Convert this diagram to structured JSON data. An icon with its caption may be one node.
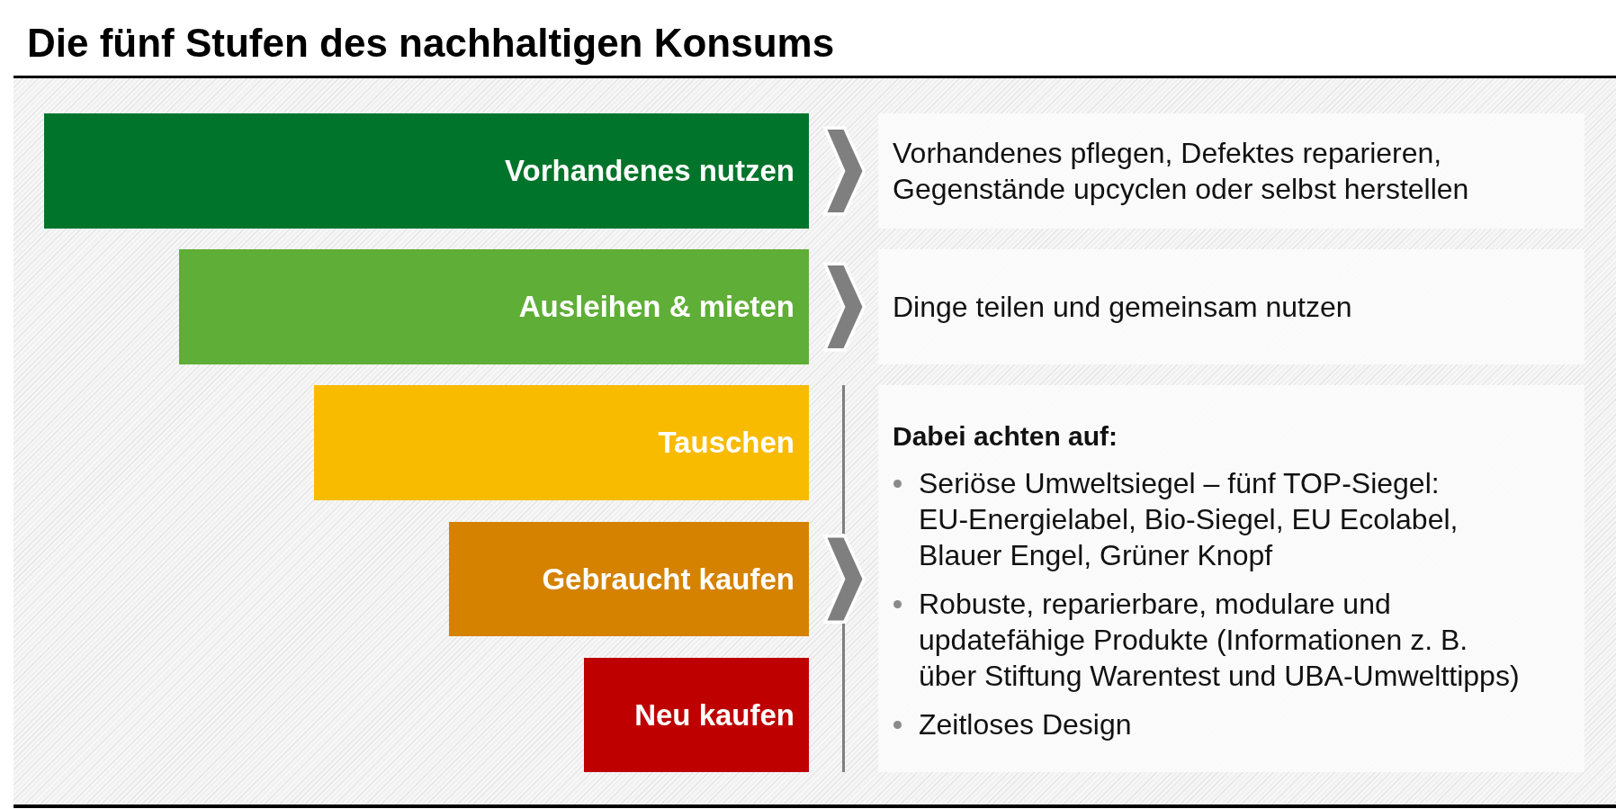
{
  "diagram": {
    "title": "Die fünf Stufen des nachhaltigen Konsums",
    "nodes": [
      {
        "text": [
          "Vorhandenes nutzen"
        ]
      },
      {
        "text": [
          "Ausleihen & mieten"
        ]
      },
      {
        "text": [
          "Tauschen"
        ]
      },
      {
        "text": [
          "Gebraucht kaufen"
        ]
      },
      {
        "text": [
          "Neu kaufen"
        ]
      },
      {
        "text": [
          "Vorhandenes pflegen, Defektes reparieren, Gegenstände upcyclen oder selbst herstellen"
        ]
      },
      {
        "text": [
          "Dinge teilen und gemeinsam nutzen"
        ]
      },
      {
        "text": [
          "Dabei achten auf:",
          "Seriöse Umweltsiegel – fünf TOP-Siegel: EU-Energielabel, Bio-Siegel, EU Ecolabel, Blauer Engel, Grüner Knopf",
          "Robuste, reparierbare, modulare und updatefähige Produkte (Informationen z. B. über Stiftung Warentest und UBA-Umwelttipps)",
          "Zeitloses Design"
        ]
      }
    ],
    "edges": [
      {
        "from": 0,
        "to": 5,
        "arrow": "to"
      },
      {
        "from": 1,
        "to": 6,
        "arrow": "to"
      },
      {
        "from": 3,
        "to": 7,
        "arrow": "to"
      }
    ]
  }
}
